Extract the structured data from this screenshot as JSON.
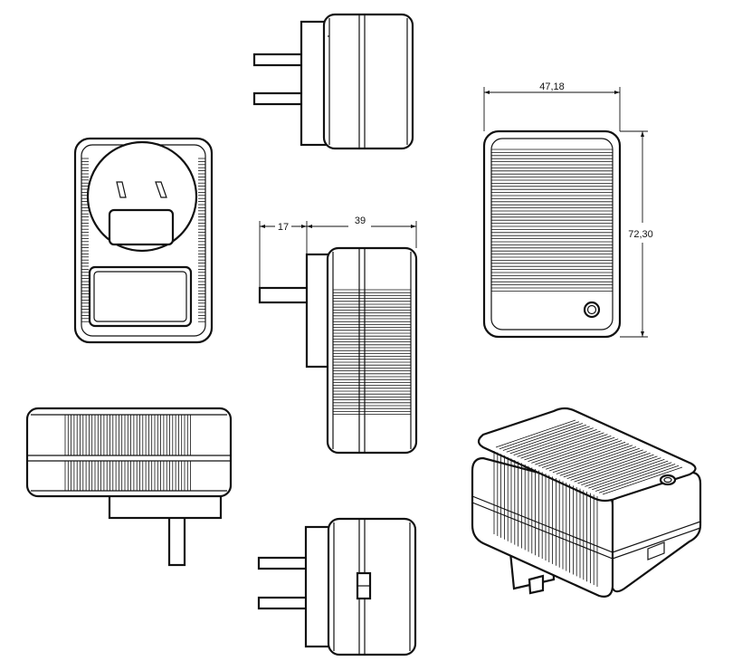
{
  "dimensions": {
    "side_plug_length": "17",
    "side_body_depth": "39",
    "rear_width": "47,18",
    "rear_height": "72,30"
  },
  "views": [
    "top-view",
    "front-view",
    "side-view",
    "rear-view",
    "bottom-view",
    "lower-side-view",
    "isometric-view"
  ]
}
